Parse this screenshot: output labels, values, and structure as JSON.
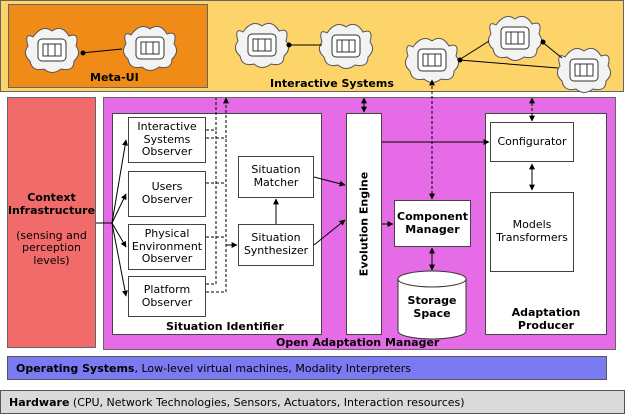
{
  "colors": {
    "interactive_band": "#FCD46A",
    "meta_ui": "#F08B18",
    "context": "#F26B6B",
    "adaptation": "#E66BE6",
    "os": "#7A7AF2",
    "hardware": "#DADADA"
  },
  "meta_ui": {
    "label": "Meta-UI"
  },
  "interactive_systems": {
    "label": "Interactive Systems"
  },
  "context_infrastructure": {
    "title_line1": "Context",
    "title_line2": "Infrastructure",
    "sub_line1": "(sensing and",
    "sub_line2": "perception",
    "sub_line3": "levels)"
  },
  "situation_identifier": {
    "label": "Situation Identifier",
    "observers": [
      {
        "line1": "Interactive",
        "line2": "Systems",
        "line3": "Observer"
      },
      {
        "line1": "Users",
        "line2": "Observer",
        "line3": ""
      },
      {
        "line1": "Physical",
        "line2": "Environment",
        "line3": "Observer"
      },
      {
        "line1": "Platform",
        "line2": "Observer",
        "line3": ""
      }
    ],
    "matcher": {
      "line1": "Situation",
      "line2": "Matcher"
    },
    "synthesizer": {
      "line1": "Situation",
      "line2": "Synthesizer"
    }
  },
  "evolution_engine": {
    "label": "Evolution Engine"
  },
  "component_manager": {
    "line1": "Component",
    "line2": "Manager"
  },
  "storage_space": {
    "line1": "Storage",
    "line2": "Space"
  },
  "adaptation_producer": {
    "line1": "Adaptation",
    "line2": "Producer",
    "configurator": "Configurator",
    "models_line1": "Models",
    "models_line2": "Transformers"
  },
  "open_adaptation_manager": {
    "label": "Open Adaptation Manager"
  },
  "operating_systems": {
    "bold": "Operating Systems",
    "rest": ", Low-level virtual machines, Modality Interpreters"
  },
  "hardware": {
    "bold": "Hardware",
    "rest": " (CPU, Network Technologies, Sensors, Actuators, Interaction resources)"
  }
}
